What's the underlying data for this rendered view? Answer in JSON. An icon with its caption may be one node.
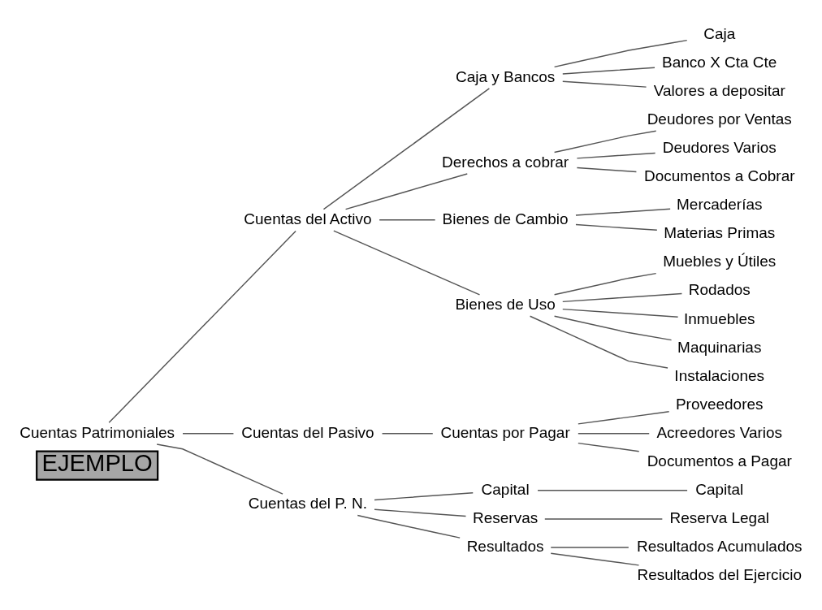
{
  "diagram": {
    "nodes": [
      {
        "text": [
          "EJEMPLO"
        ]
      },
      {
        "text": [
          "Cuentas Patrimoniales"
        ]
      },
      {
        "text": [
          "Cuentas del Activo"
        ]
      },
      {
        "text": [
          "Caja y Bancos"
        ]
      },
      {
        "text": [
          "Caja"
        ]
      },
      {
        "text": [
          "Banco X Cta Cte"
        ]
      },
      {
        "text": [
          "Valores a depositar"
        ]
      },
      {
        "text": [
          "Derechos a cobrar"
        ]
      },
      {
        "text": [
          "Deudores por Ventas"
        ]
      },
      {
        "text": [
          "Deudores Varios"
        ]
      },
      {
        "text": [
          "Documentos a Cobrar"
        ]
      },
      {
        "text": [
          "Bienes de Cambio"
        ]
      },
      {
        "text": [
          "Mercaderías"
        ]
      },
      {
        "text": [
          "Materias Primas"
        ]
      },
      {
        "text": [
          "Bienes de Uso"
        ]
      },
      {
        "text": [
          "Muebles y Útiles"
        ]
      },
      {
        "text": [
          "Rodados"
        ]
      },
      {
        "text": [
          "Inmuebles"
        ]
      },
      {
        "text": [
          "Maquinarias"
        ]
      },
      {
        "text": [
          "Instalaciones"
        ]
      },
      {
        "text": [
          "Cuentas del Pasivo"
        ]
      },
      {
        "text": [
          "Cuentas por Pagar"
        ]
      },
      {
        "text": [
          "Proveedores"
        ]
      },
      {
        "text": [
          "Acreedores Varios"
        ]
      },
      {
        "text": [
          "Documentos a Pagar"
        ]
      },
      {
        "text": [
          "Cuentas del P. N."
        ]
      },
      {
        "text": [
          "Capital"
        ]
      },
      {
        "text": [
          "Capital"
        ]
      },
      {
        "text": [
          "Reservas"
        ]
      },
      {
        "text": [
          "Reserva Legal"
        ]
      },
      {
        "text": [
          "Resultados"
        ]
      },
      {
        "text": [
          "Resultados Acumulados"
        ]
      },
      {
        "text": [
          "Resultados del Ejercicio"
        ]
      }
    ],
    "edges": [
      {
        "from": 1,
        "to": 2,
        "arrow": "none"
      },
      {
        "from": 1,
        "to": 20,
        "arrow": "none"
      },
      {
        "from": 1,
        "to": 25,
        "arrow": "none"
      },
      {
        "from": 2,
        "to": 3,
        "arrow": "none"
      },
      {
        "from": 2,
        "to": 7,
        "arrow": "none"
      },
      {
        "from": 2,
        "to": 11,
        "arrow": "none"
      },
      {
        "from": 2,
        "to": 14,
        "arrow": "none"
      },
      {
        "from": 3,
        "to": 4,
        "arrow": "none"
      },
      {
        "from": 3,
        "to": 5,
        "arrow": "none"
      },
      {
        "from": 3,
        "to": 6,
        "arrow": "none"
      },
      {
        "from": 7,
        "to": 8,
        "arrow": "none"
      },
      {
        "from": 7,
        "to": 9,
        "arrow": "none"
      },
      {
        "from": 7,
        "to": 10,
        "arrow": "none"
      },
      {
        "from": 11,
        "to": 12,
        "arrow": "none"
      },
      {
        "from": 11,
        "to": 13,
        "arrow": "none"
      },
      {
        "from": 14,
        "to": 15,
        "arrow": "none"
      },
      {
        "from": 14,
        "to": 16,
        "arrow": "none"
      },
      {
        "from": 14,
        "to": 17,
        "arrow": "none"
      },
      {
        "from": 14,
        "to": 18,
        "arrow": "none"
      },
      {
        "from": 14,
        "to": 19,
        "arrow": "none"
      },
      {
        "from": 20,
        "to": 21,
        "arrow": "none"
      },
      {
        "from": 21,
        "to": 22,
        "arrow": "none"
      },
      {
        "from": 21,
        "to": 23,
        "arrow": "none"
      },
      {
        "from": 21,
        "to": 24,
        "arrow": "none"
      },
      {
        "from": 25,
        "to": 26,
        "arrow": "none"
      },
      {
        "from": 25,
        "to": 28,
        "arrow": "none"
      },
      {
        "from": 25,
        "to": 30,
        "arrow": "none"
      },
      {
        "from": 26,
        "to": 27,
        "arrow": "none"
      },
      {
        "from": 28,
        "to": 29,
        "arrow": "none"
      },
      {
        "from": 30,
        "to": 31,
        "arrow": "none"
      },
      {
        "from": 30,
        "to": 32,
        "arrow": "none"
      }
    ]
  }
}
